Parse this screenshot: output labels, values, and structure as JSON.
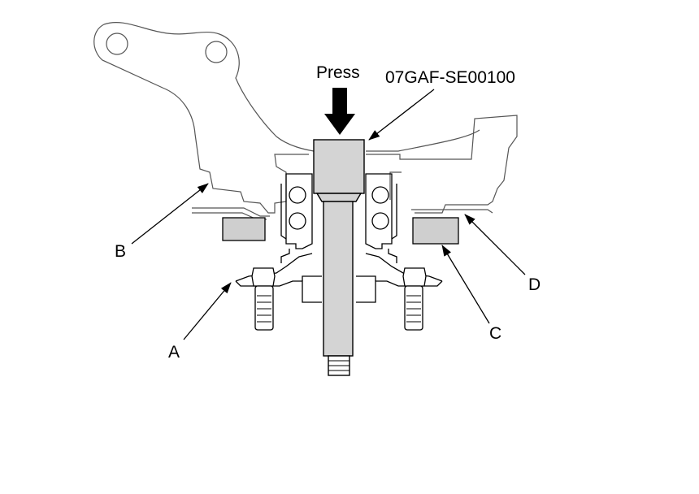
{
  "press_label": "Press",
  "tool_part_number": "07GAF-SE00100",
  "callouts": {
    "a": "A",
    "b": "B",
    "c": "C",
    "d": "D"
  },
  "colors": {
    "line": "#000000",
    "outline_faint": "#555555",
    "tool_fill": "#d4d4d4",
    "block_fill": "#cfcfcf",
    "background": "#ffffff"
  }
}
